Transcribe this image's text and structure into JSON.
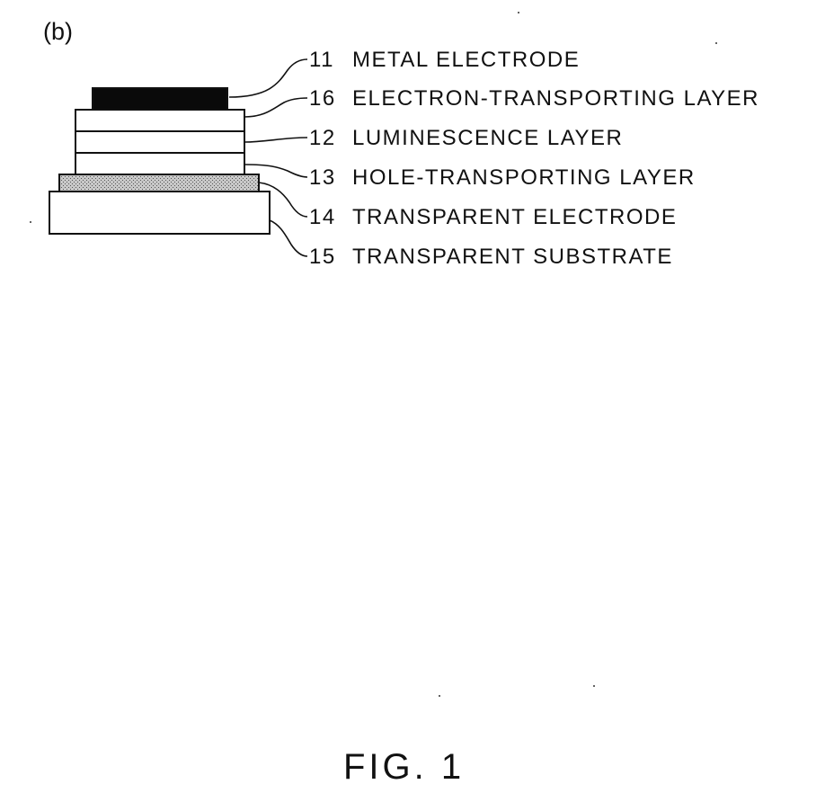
{
  "figure": {
    "panel_label": "(b)",
    "caption": "FIG. 1",
    "layers": [
      {
        "number": "11",
        "name": "METAL ELECTRODE"
      },
      {
        "number": "16",
        "name": "ELECTRON-TRANSPORTING LAYER"
      },
      {
        "number": "12",
        "name": "LUMINESCENCE LAYER"
      },
      {
        "number": "13",
        "name": "HOLE-TRANSPORTING LAYER"
      },
      {
        "number": "14",
        "name": "TRANSPARENT ELECTRODE"
      },
      {
        "number": "15",
        "name": "TRANSPARENT SUBSTRATE"
      }
    ]
  },
  "colors": {
    "ink": "#111111",
    "metal": "#0a0a0a",
    "electrode_fill": "#bdbdbd",
    "background": "#ffffff"
  }
}
